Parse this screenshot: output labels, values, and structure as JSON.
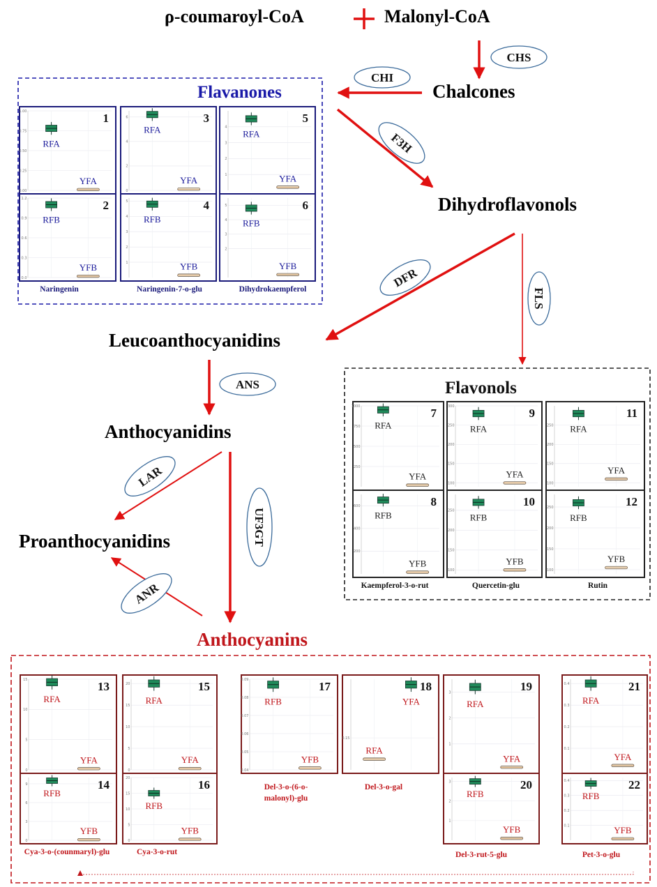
{
  "pathway": {
    "precursor_a": "ρ-coumaroyl-CoA",
    "plus": "+",
    "precursor_b": "Malonyl-CoA",
    "chalcones": "Chalcones",
    "dihydroflavonols": "Dihydroflavonols",
    "leucoanthocyanidins": "Leucoanthocyanidins",
    "anthocyanidins": "Anthocyanidins",
    "proanthocyanidins": "Proanthocyanidins",
    "anthocyanins": "Anthocyanins"
  },
  "enzymes": {
    "chs": "CHS",
    "chi": "CHI",
    "f3h": "F3H",
    "dfr": "DFR",
    "fls": "FLS",
    "ans": "ANS",
    "lar": "LAR",
    "uf3gt": "UF3GT",
    "anr": "ANR"
  },
  "groups": {
    "flavanones": {
      "title": "Flavanones",
      "color": "#1a1aa8"
    },
    "flavonols": {
      "title": "Flavonols",
      "color": "#111111"
    },
    "anthocyanins": {
      "title": "Anthocyanins",
      "color": "#c0161b"
    }
  },
  "colors": {
    "arrow": "#e01010",
    "box_fill": "#1f8a5a",
    "box_edge": "#1a3a30",
    "frame_blue": "#1a1a7a",
    "frame_black": "#222222",
    "frame_red": "#7a1a1a",
    "low_box": "#c08040"
  },
  "compounds": {
    "c1": "Naringenin",
    "c2": "Naringenin-7-o-glu",
    "c3": "Dihydrokaempferol",
    "c4": "Kaempferol-3-o-rut",
    "c5": "Quercetin-glu",
    "c6": "Rutin",
    "c7": "Cya-3-o-(counmaryl)-glu",
    "c8": "Cya-3-o-rut",
    "c9a": "Del-3-o-(6-o-",
    "c9b": "malonyl)-glu",
    "c10": "Del-3-o-gal",
    "c11": "Del-3-rut-5-glu",
    "c12": "Pet-3-o-glu"
  },
  "chart_data": [
    {
      "type": "box",
      "id": "1",
      "group": "Flavanones",
      "compound": "Naringenin",
      "samples": [
        "RFA",
        "YFA"
      ],
      "values": [
        0.78,
        0.01
      ],
      "yticks": [
        "0.00",
        "0.25",
        "0.50",
        "0.75",
        "1.00"
      ],
      "ylim": [
        0,
        1.0
      ]
    },
    {
      "type": "box",
      "id": "2",
      "group": "Flavanones",
      "compound": "Naringenin",
      "samples": [
        "RFB",
        "YFB"
      ],
      "values": [
        1.1,
        0.02
      ],
      "yticks": [
        "0.0",
        "0.3",
        "0.6",
        "0.9",
        "1.2"
      ],
      "ylim": [
        0,
        1.2
      ]
    },
    {
      "type": "box",
      "id": "3",
      "group": "Flavanones",
      "compound": "Naringenin-7-o-glu",
      "samples": [
        "RFA",
        "YFA"
      ],
      "values": [
        6.2,
        0.1
      ],
      "yticks": [
        "0",
        "2",
        "4",
        "6"
      ],
      "ylim": [
        0,
        6.5
      ]
    },
    {
      "type": "box",
      "id": "4",
      "group": "Flavanones",
      "compound": "Naringenin-7-o-glu",
      "samples": [
        "RFB",
        "YFB"
      ],
      "values": [
        4.8,
        0.15
      ],
      "yticks": [
        "1",
        "2",
        "3",
        "4",
        "5"
      ],
      "ylim": [
        0,
        5.2
      ]
    },
    {
      "type": "box",
      "id": "5",
      "group": "Flavanones",
      "compound": "Dihydrokaempferol",
      "samples": [
        "RFA",
        "YFA"
      ],
      "values": [
        4.5,
        0.2
      ],
      "yticks": [
        "1",
        "2",
        "3",
        "4"
      ],
      "ylim": [
        0,
        5
      ]
    },
    {
      "type": "box",
      "id": "6",
      "group": "Flavanones",
      "compound": "Dihydrokaempferol",
      "samples": [
        "RFB",
        "YFB"
      ],
      "values": [
        4.8,
        0.2
      ],
      "yticks": [
        "2",
        "3",
        "4",
        "5"
      ],
      "ylim": [
        0,
        5.5
      ]
    },
    {
      "type": "box",
      "id": "7",
      "group": "Flavonols",
      "compound": "Kaempferol-3-o-rut",
      "samples": [
        "RFA",
        "YFA"
      ],
      "values": [
        950,
        20
      ],
      "yticks": [
        "250",
        "500",
        "750",
        "1000"
      ],
      "ylim": [
        0,
        1000
      ]
    },
    {
      "type": "box",
      "id": "8",
      "group": "Flavonols",
      "compound": "Kaempferol-3-o-rut",
      "samples": [
        "RFB",
        "YFB"
      ],
      "values": [
        650,
        15
      ],
      "yticks": [
        "200",
        "400",
        "600"
      ],
      "ylim": [
        0,
        700
      ]
    },
    {
      "type": "box",
      "id": "9",
      "group": "Flavonols",
      "compound": "Quercetin-glu",
      "samples": [
        "RFA",
        "YFA"
      ],
      "values": [
        280,
        100
      ],
      "yticks": [
        "100",
        "150",
        "200",
        "250",
        "300"
      ],
      "ylim": [
        90,
        300
      ]
    },
    {
      "type": "box",
      "id": "10",
      "group": "Flavonols",
      "compound": "Quercetin-glu",
      "samples": [
        "RFB",
        "YFB"
      ],
      "values": [
        270,
        100
      ],
      "yticks": [
        "100",
        "150",
        "200",
        "250"
      ],
      "ylim": [
        90,
        290
      ]
    },
    {
      "type": "box",
      "id": "11",
      "group": "Flavonols",
      "compound": "Rutin",
      "samples": [
        "RFA",
        "YFA"
      ],
      "values": [
        280,
        110
      ],
      "yticks": [
        "100",
        "150",
        "200",
        "250"
      ],
      "ylim": [
        90,
        300
      ]
    },
    {
      "type": "box",
      "id": "12",
      "group": "Flavonols",
      "compound": "Rutin",
      "samples": [
        "RFB",
        "YFB"
      ],
      "values": [
        260,
        105
      ],
      "yticks": [
        "100",
        "150",
        "200",
        "250"
      ],
      "ylim": [
        90,
        280
      ]
    },
    {
      "type": "box",
      "id": "13",
      "group": "Anthocyanins",
      "compound": "Cya-3-o-(counmaryl)-glu",
      "samples": [
        "RFA",
        "YFA"
      ],
      "values": [
        14.5,
        0.2
      ],
      "yticks": [
        "0",
        "5",
        "10",
        "15"
      ],
      "ylim": [
        0,
        15
      ]
    },
    {
      "type": "box",
      "id": "14",
      "group": "Anthocyanins",
      "compound": "Cya-3-o-(counmaryl)-glu",
      "samples": [
        "RFB",
        "YFB"
      ],
      "values": [
        9.5,
        0.1
      ],
      "yticks": [
        "0",
        "3",
        "6",
        "9"
      ],
      "ylim": [
        0,
        10
      ]
    },
    {
      "type": "box",
      "id": "15",
      "group": "Anthocyanins",
      "compound": "Cya-3-o-rut",
      "samples": [
        "RFA",
        "YFA"
      ],
      "values": [
        20,
        0.3
      ],
      "yticks": [
        "0",
        "5",
        "10",
        "15",
        "20"
      ],
      "ylim": [
        0,
        21
      ]
    },
    {
      "type": "box",
      "id": "16",
      "group": "Anthocyanins",
      "compound": "Cya-3-o-rut",
      "samples": [
        "RFB",
        "YFB"
      ],
      "values": [
        15,
        0.3
      ],
      "yticks": [
        "0",
        "5",
        "10",
        "15",
        "20"
      ],
      "ylim": [
        0,
        20
      ]
    },
    {
      "type": "box",
      "id": "17",
      "group": "Anthocyanins",
      "compound": "Del-3-o-(6-o-malonyl)-glu",
      "samples": [
        "RFB",
        "YFB"
      ],
      "values": [
        0.087,
        0.041
      ],
      "yticks": [
        "0.04",
        "0.05",
        "0.06",
        "0.07",
        "0.08",
        "0.09"
      ],
      "ylim": [
        0.04,
        0.09
      ]
    },
    {
      "type": "box",
      "id": "18",
      "group": "Anthocyanins",
      "compound": "Del-3-o-gal",
      "samples": [
        "RFA",
        "YFA"
      ],
      "values": [
        0.13,
        0.2
      ],
      "yticks": [
        "0.15"
      ],
      "ylim": [
        0.12,
        0.205
      ]
    },
    {
      "type": "box",
      "id": "19",
      "group": "Anthocyanins",
      "compound": "Del-3-rut-5-glu",
      "samples": [
        "RFA",
        "YFA"
      ],
      "values": [
        3.2,
        0.1
      ],
      "yticks": [
        "1",
        "2",
        "3"
      ],
      "ylim": [
        0,
        3.5
      ]
    },
    {
      "type": "box",
      "id": "20",
      "group": "Anthocyanins",
      "compound": "Del-3-rut-5-glu",
      "samples": [
        "RFB",
        "YFB"
      ],
      "values": [
        3.0,
        0.1
      ],
      "yticks": [
        "1",
        "2",
        "3"
      ],
      "ylim": [
        0,
        3.2
      ]
    },
    {
      "type": "box",
      "id": "21",
      "group": "Anthocyanins",
      "compound": "Pet-3-o-glu",
      "samples": [
        "RFA",
        "YFA"
      ],
      "values": [
        0.4,
        0.02
      ],
      "yticks": [
        "0.1",
        "0.2",
        "0.3",
        "0.4"
      ],
      "ylim": [
        0,
        0.42
      ]
    },
    {
      "type": "box",
      "id": "22",
      "group": "Anthocyanins",
      "compound": "Pet-3-o-glu",
      "samples": [
        "RFB",
        "YFB"
      ],
      "values": [
        0.38,
        0.01
      ],
      "yticks": [
        "0.1",
        "0.2",
        "0.3",
        "0.4"
      ],
      "ylim": [
        0,
        0.42
      ]
    }
  ]
}
